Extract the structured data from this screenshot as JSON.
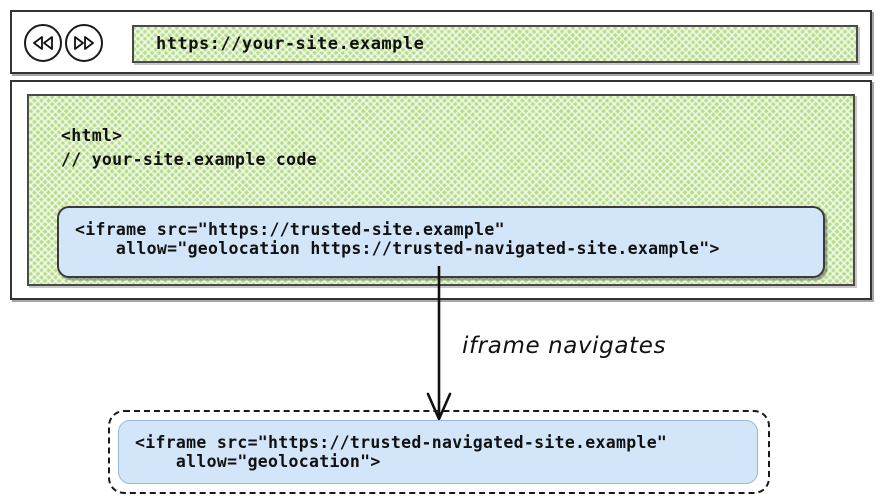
{
  "diagram": {
    "title": "iframe permission policy navigation",
    "colors": {
      "code_green": "#b6de89",
      "iframe_blue": "#d3e5f8",
      "stroke": "#1a1a1a"
    }
  },
  "browser": {
    "nav": {
      "back_icon": "rewind-icon",
      "forward_icon": "fast-forward-icon"
    },
    "address_bar": {
      "value": "https://your-site.example"
    }
  },
  "page": {
    "code": {
      "line1": "<html>",
      "line2": "// your-site.example code"
    },
    "iframe_embed": {
      "line1": "<iframe src=\"https://trusted-site.example\"",
      "line2": "    allow=\"geolocation https://trusted-navigated-site.example\">"
    }
  },
  "transition": {
    "arrow_label": "iframe navigates"
  },
  "navigated": {
    "iframe_result": {
      "line1": "<iframe src=\"https://trusted-navigated-site.example\"",
      "line2": "    allow=\"geolocation\">"
    }
  }
}
